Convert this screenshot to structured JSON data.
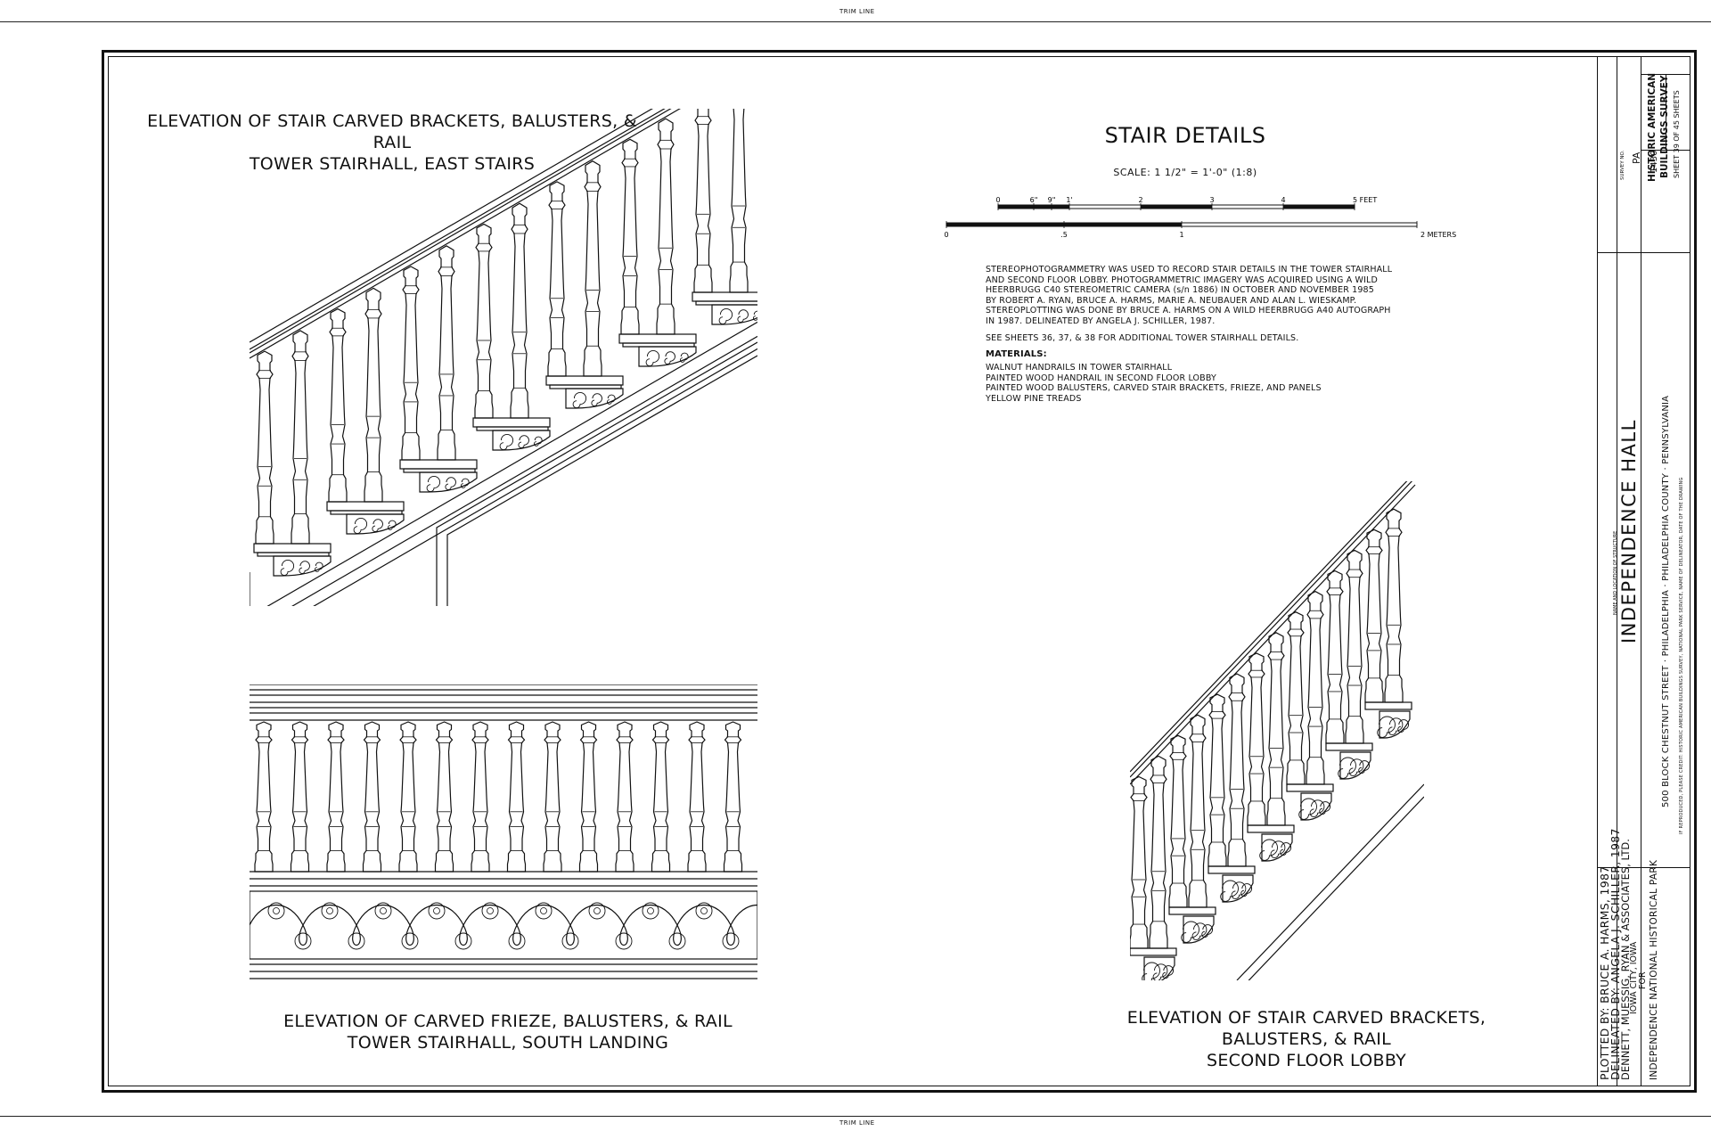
{
  "trim_line": "TRIM LINE",
  "sheet_title": "STAIR DETAILS",
  "scale_note": "SCALE: 1 1/2\" = 1'-0\" (1:8)",
  "scale_bar": {
    "feet_labels": [
      "0",
      "6\"",
      "9\"",
      "1'",
      "2",
      "3",
      "4",
      "5 FEET"
    ],
    "meter_labels": [
      "0",
      ".5",
      "1",
      "2 METERS"
    ]
  },
  "notes": {
    "paragraph1": [
      "STEREOPHOTOGRAMMETRY WAS USED TO RECORD STAIR DETAILS IN THE TOWER STAIRHALL",
      "AND SECOND FLOOR LOBBY. PHOTOGRAMMETRIC IMAGERY WAS ACQUIRED USING A WILD",
      "HEERBRUGG C40 STEREOMETRIC CAMERA (s/n 1886) IN OCTOBER AND NOVEMBER 1985",
      "BY ROBERT A. RYAN, BRUCE A. HARMS, MARIE A. NEUBAUER AND ALAN L. WIESKAMP.",
      "STEREOPLOTTING WAS DONE BY BRUCE A. HARMS ON A WILD HEERBRUGG A40 AUTOGRAPH",
      "IN 1987. DELINEATED BY ANGELA J. SCHILLER, 1987."
    ],
    "paragraph2": "SEE SHEETS 36, 37, & 38 FOR ADDITIONAL TOWER STAIRHALL DETAILS.",
    "materials_heading": "MATERIALS:",
    "materials": [
      "WALNUT HANDRAILS IN TOWER STAIRHALL",
      "PAINTED WOOD HANDRAIL IN SECOND FLOOR LOBBY",
      "PAINTED WOOD BALUSTERS, CARVED STAIR BRACKETS, FRIEZE, AND PANELS",
      "YELLOW PINE TREADS"
    ]
  },
  "drawings": {
    "east_stairs": {
      "line1": "ELEVATION OF STAIR CARVED BRACKETS, BALUSTERS, & RAIL",
      "line2": "TOWER STAIRHALL, EAST STAIRS"
    },
    "south_landing": {
      "line1": "ELEVATION OF CARVED FRIEZE, BALUSTERS, & RAIL",
      "line2": "TOWER STAIRHALL, SOUTH LANDING"
    },
    "second_floor": {
      "line1": "ELEVATION OF STAIR CARVED BRACKETS, BALUSTERS, & RAIL",
      "line2": "SECOND FLOOR LOBBY"
    }
  },
  "title_block": {
    "credits": [
      "PLOTTED BY: BRUCE A. HARMS, 1987",
      "DELINEATED BY: ANGELA J. SCHILLER, 1987",
      "DENNETT, MUESSIG, RYAN & ASSOCIATES, LTD.",
      "IOWA CITY, IOWA",
      "FOR",
      "INDEPENDENCE NATIONAL HISTORICAL PARK"
    ],
    "name_label": "NAME AND LOCATION OF STRUCTURE",
    "structure_name": "INDEPENDENCE HALL",
    "location": "500 BLOCK CHESTNUT STREET  ·  PHILADELPHIA  ·  PHILADELPHIA COUNTY  ·  PENNSYLVANIA",
    "reproduction_note": "IF REPRODUCED, PLEASE CREDIT: HISTORIC AMERICAN BUILDINGS SURVEY, NATIONAL PARK SERVICE, NAME OF DELINEATOR, DATE OF THE DRAWING",
    "survey_label": "SURVEY NO.",
    "survey_no_1": "PA",
    "survey_no_2": "1430",
    "agency_1": "HISTORIC AMERICAN",
    "agency_2": "BUILDINGS SURVEY",
    "sheet": "SHEET 39 OF 45 SHEETS"
  }
}
